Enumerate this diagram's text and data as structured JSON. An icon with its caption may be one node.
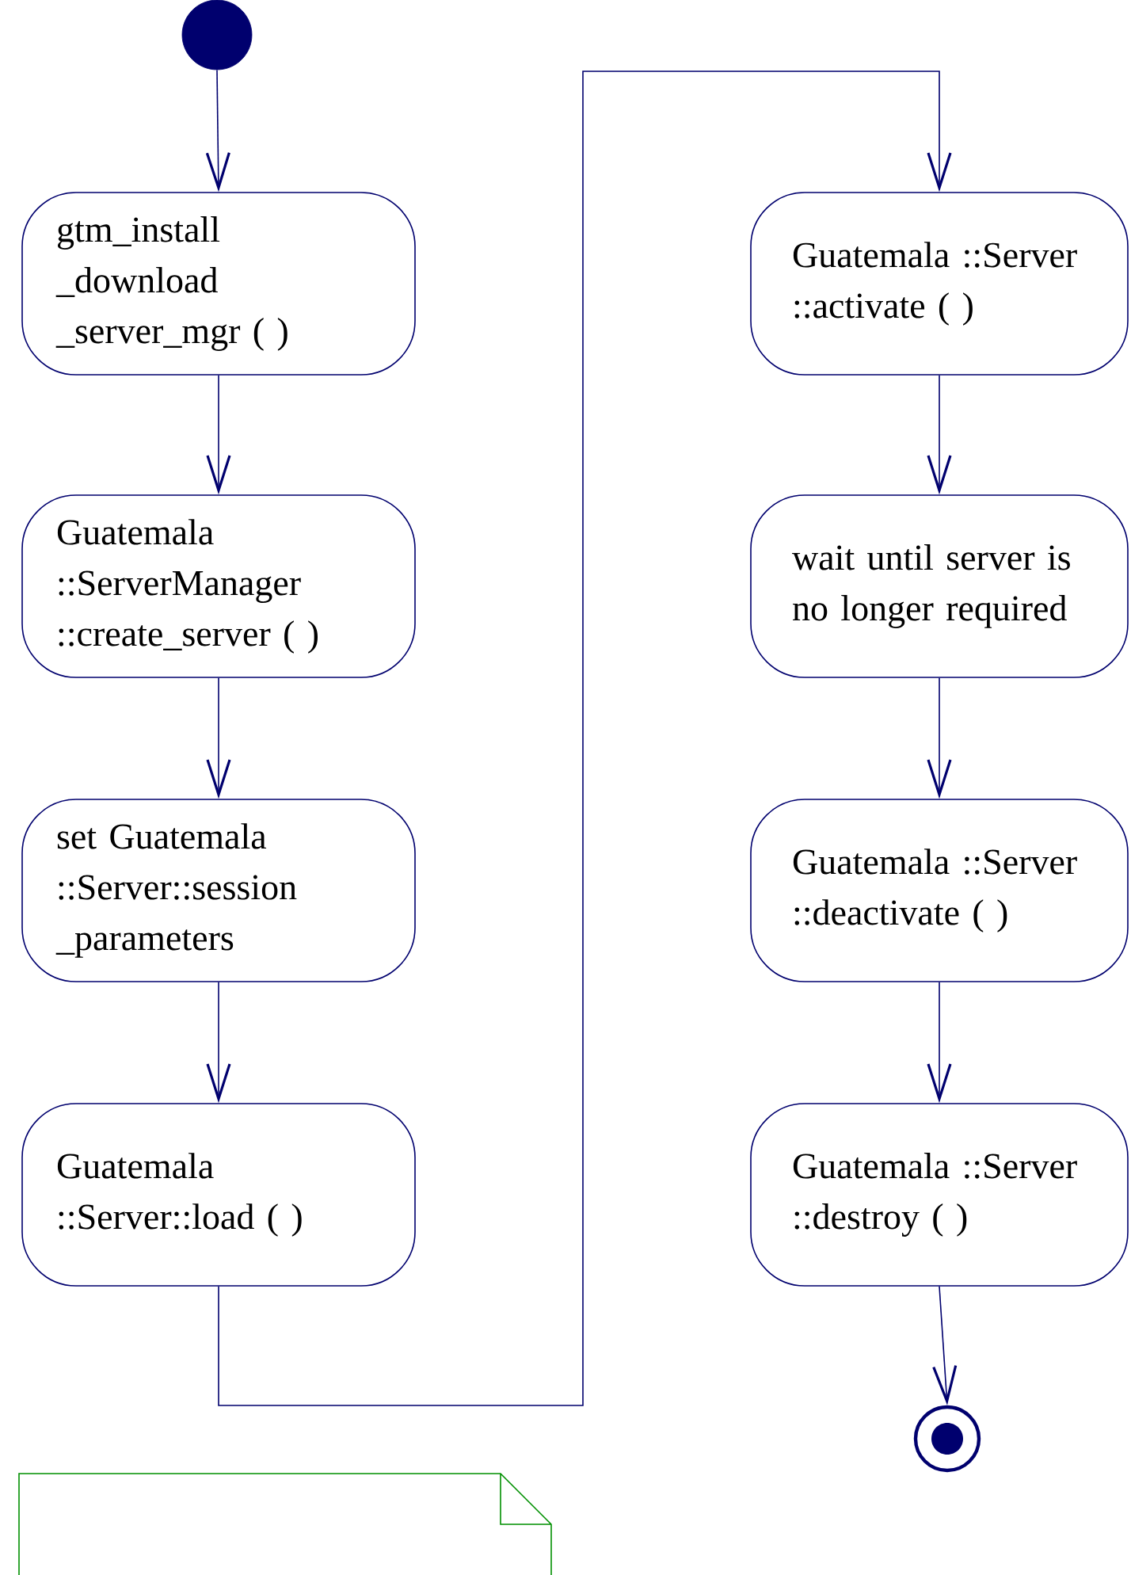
{
  "diagram": {
    "nodes": [
      {
        "text": [],
        "shape": "circle"
      },
      {
        "text": [
          "gtm_install _download _server_mgr ( )"
        ]
      },
      {
        "text": [
          "Guatemala ::ServerManager ::create_server ( )"
        ]
      },
      {
        "text": [
          "set Guatemala ::Server::session _parameters"
        ]
      },
      {
        "text": [
          "Guatemala ::Server::load ( )"
        ]
      },
      {
        "text": [
          "Guatemala ::Server ::activate ( )"
        ]
      },
      {
        "text": [
          "wait until server is no longer required"
        ]
      },
      {
        "text": [
          "Guatemala ::Server ::deactivate ( )"
        ]
      },
      {
        "text": [
          "Guatemala ::Server ::destroy ( )"
        ]
      },
      {
        "text": [],
        "shape": "bullseye"
      },
      {
        "text": [],
        "shape": "note"
      }
    ],
    "edges": [
      {
        "from": 0,
        "to": 1,
        "arrow": "to"
      },
      {
        "from": 1,
        "to": 2,
        "arrow": "to"
      },
      {
        "from": 2,
        "to": 3,
        "arrow": "to"
      },
      {
        "from": 3,
        "to": 4,
        "arrow": "to"
      },
      {
        "from": 4,
        "to": 5,
        "arrow": "to"
      },
      {
        "from": 5,
        "to": 6,
        "arrow": "to"
      },
      {
        "from": 6,
        "to": 7,
        "arrow": "to"
      },
      {
        "from": 7,
        "to": 8,
        "arrow": "to"
      },
      {
        "from": 8,
        "to": 9,
        "arrow": "to"
      }
    ]
  }
}
